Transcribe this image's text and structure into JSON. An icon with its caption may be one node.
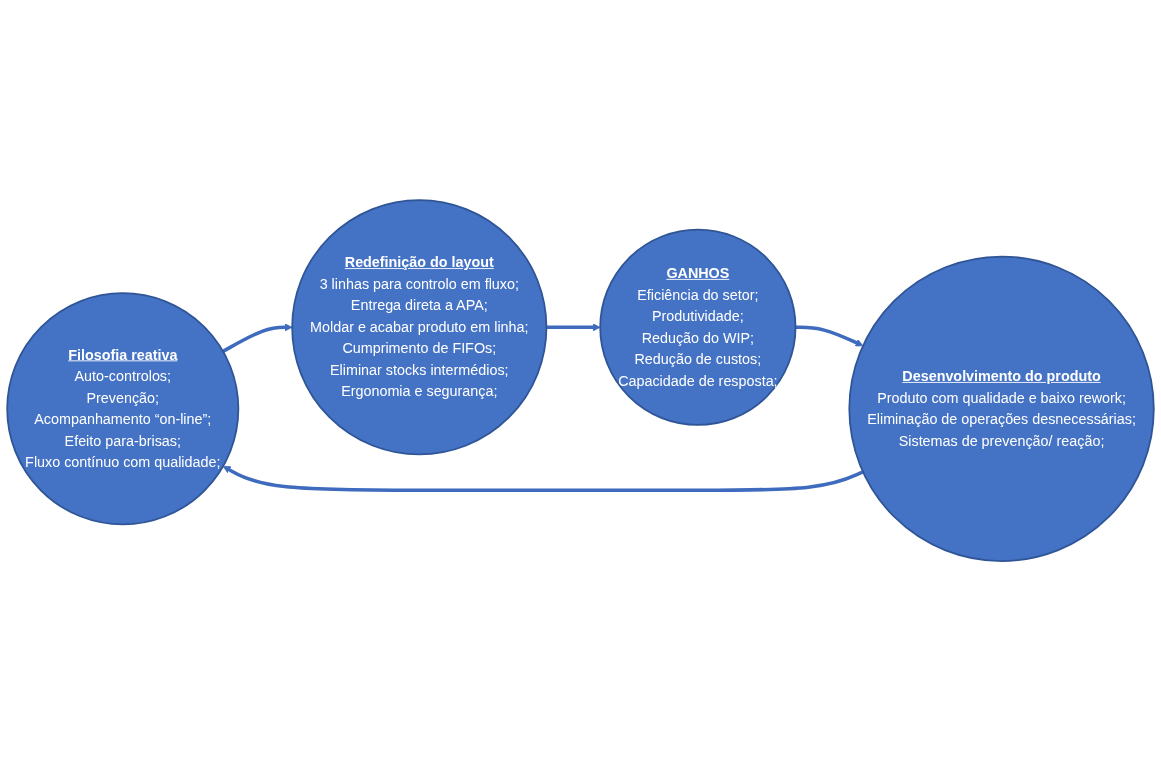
{
  "diagram": {
    "nodes": [
      {
        "text": [
          "Filosofia reativa",
          "Auto-controlos;",
          "Prevenção;",
          "Acompanhamento “on-line”;",
          "Efeito para-brisas;",
          "Fluxo contínuo com qualidade;"
        ]
      },
      {
        "text": [
          "Redefinição do layout",
          "3 linhas para controlo em fluxo;",
          "Entrega direta a APA;",
          "Moldar e acabar produto em linha;",
          "Cumprimento de FIFOs;",
          "Eliminar stocks intermédios;",
          "Ergonomia e segurança;"
        ]
      },
      {
        "text": [
          "Desenvolvimento do produto",
          "Produto com qualidade e baixo rework;",
          "Eliminação de operações desnecessárias;",
          "Sistemas de prevenção/ reação;"
        ]
      },
      {
        "text": [
          "GANHOS",
          "Eficiência do setor;",
          "Produtividade;",
          "Redução do WIP;",
          "Redução de custos;",
          "Capacidade de resposta;"
        ]
      }
    ],
    "edges": [
      {
        "from": 0,
        "to": 1,
        "arrow": "to"
      },
      {
        "from": 1,
        "to": 3,
        "arrow": "to"
      },
      {
        "from": 3,
        "to": 2,
        "arrow": "to"
      },
      {
        "from": 2,
        "to": 0,
        "arrow": "to"
      }
    ]
  }
}
